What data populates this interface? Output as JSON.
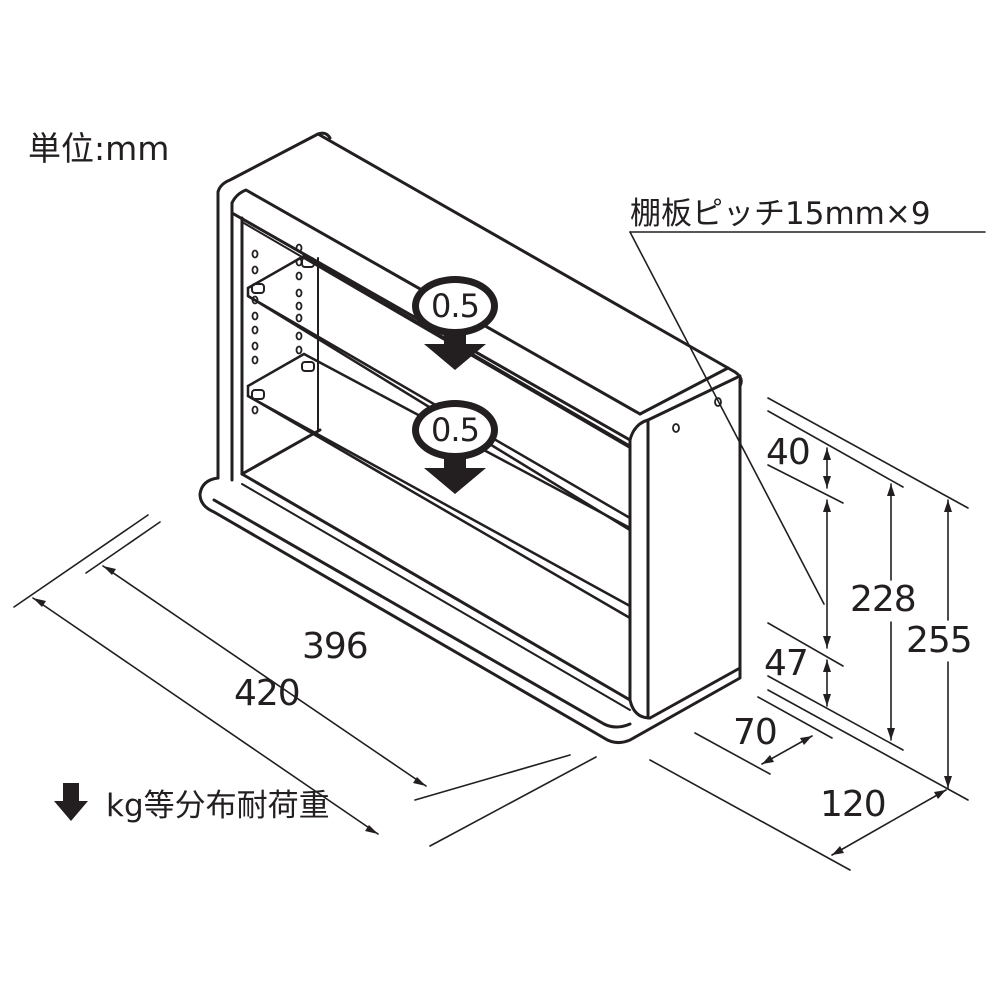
{
  "diagram": {
    "type": "isometric-dimension-drawing",
    "subject": "open shelf unit with two adjustable shelves",
    "unit_label": "単位:mm",
    "shelf_pitch_label": "棚板ピッチ15mm×9",
    "load_badges": [
      {
        "value": "0.5",
        "position": "upper shelf"
      },
      {
        "value": "0.5",
        "position": "lower shelf"
      }
    ],
    "legend": {
      "icon": "down-arrow-icon",
      "text": "kg等分布耐荷重"
    },
    "dimensions": {
      "inner_width": "396",
      "outer_width": "420",
      "top_gap": "40",
      "inner_height": "228",
      "total_height": "255",
      "base_height": "47",
      "inner_depth": "70",
      "total_depth": "120"
    },
    "colors": {
      "line": "#231f20",
      "background": "#ffffff"
    }
  }
}
